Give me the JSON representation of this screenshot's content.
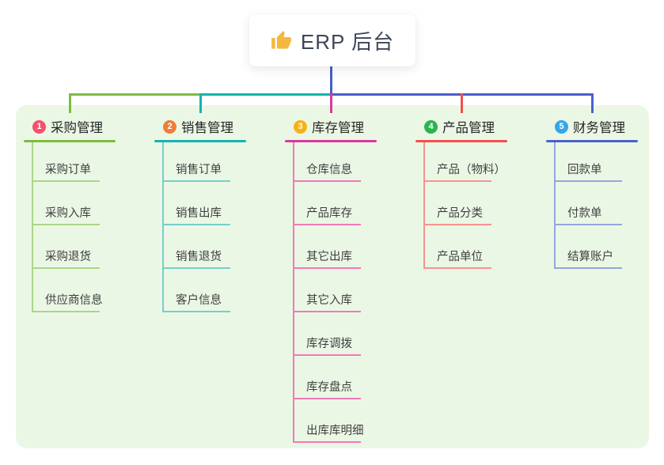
{
  "root": {
    "title": "ERP 后台",
    "icon": "thumbs-up",
    "icon_color": "#f5b73d",
    "text_color": "#3c4657"
  },
  "colors": {
    "canvas_bg": "#ffffff",
    "panel_bg": "#ebf7e5",
    "trunk": "#4a5ec7",
    "title_text": "#262626",
    "item_text": "#3f3f3f"
  },
  "branches": [
    {
      "badge": "1",
      "badge_color": "#f4516c",
      "title": "采购管理",
      "color": "#7eba41",
      "light_color": "#aad687",
      "items": [
        "采购订单",
        "采购入库",
        "采购退货",
        "供应商信息"
      ]
    },
    {
      "badge": "2",
      "badge_color": "#ef7d3b",
      "title": "销售管理",
      "color": "#15b3ae",
      "light_color": "#74cfca",
      "items": [
        "销售订单",
        "销售出库",
        "销售退货",
        "客户信息"
      ]
    },
    {
      "badge": "3",
      "badge_color": "#f8b117",
      "title": "库存管理",
      "color": "#d8399e",
      "light_color": "#f07ab8",
      "items": [
        "仓库信息",
        "产品库存",
        "其它出库",
        "其它入库",
        "库存调拨",
        "库存盘点",
        "出库库明细"
      ]
    },
    {
      "badge": "4",
      "badge_color": "#2cb34f",
      "title": "产品管理",
      "color": "#f1504e",
      "light_color": "#f79390",
      "items": [
        "产品（物料）",
        "产品分类",
        "产品单位"
      ]
    },
    {
      "badge": "5",
      "badge_color": "#36a6e8",
      "title": "财务管理",
      "color": "#4a63c8",
      "light_color": "#93a6dc",
      "items": [
        "回款单",
        "付款单",
        "结算账户"
      ]
    }
  ]
}
